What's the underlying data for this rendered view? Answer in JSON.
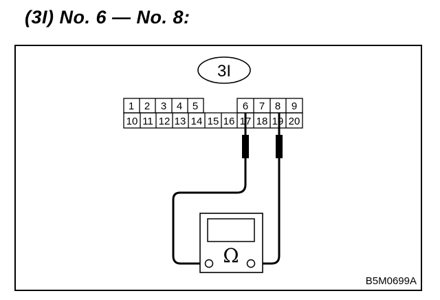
{
  "heading": "(3I) No. 6 — No. 8:",
  "connector": {
    "label": "3I",
    "top_row": [
      "1",
      "2",
      "3",
      "4",
      "5",
      "6",
      "7",
      "8",
      "9"
    ],
    "bottom_row": [
      "10",
      "11",
      "12",
      "13",
      "14",
      "15",
      "16",
      "17",
      "18",
      "19",
      "20"
    ]
  },
  "meter": {
    "symbol": "Ω"
  },
  "figure_code": "B5M0699A"
}
